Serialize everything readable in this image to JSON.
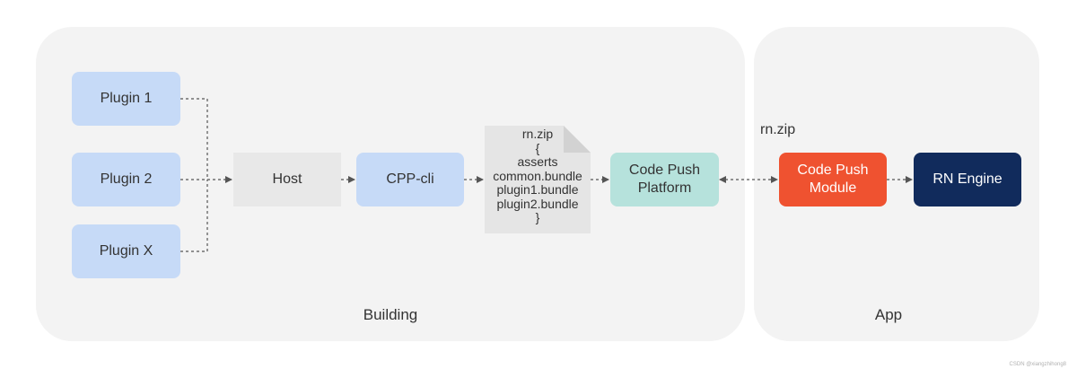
{
  "building": {
    "label": "Building",
    "plugins": [
      "Plugin 1",
      "Plugin 2",
      "Plugin X"
    ],
    "host": "Host",
    "cli": "CPP-cli",
    "artifact": {
      "lines": [
        "rn.zip",
        "{",
        "asserts",
        "common.bundle",
        "plugin1.bundle",
        "plugin2.bundle",
        "}"
      ]
    },
    "platform": "Code Push\nPlatform"
  },
  "app": {
    "label": "App",
    "transfer_label": "rn.zip",
    "module": "Code Push\nModule",
    "engine": "RN Engine"
  },
  "watermark": "CSDN @xiangzhihong8",
  "colors": {
    "panel": "#f3f3f3",
    "plugin": "#c6daf7",
    "host": "#e8e8e8",
    "platform": "#b6e2dc",
    "module": "#ef5230",
    "engine": "#112b5c",
    "connector": "#555555"
  }
}
